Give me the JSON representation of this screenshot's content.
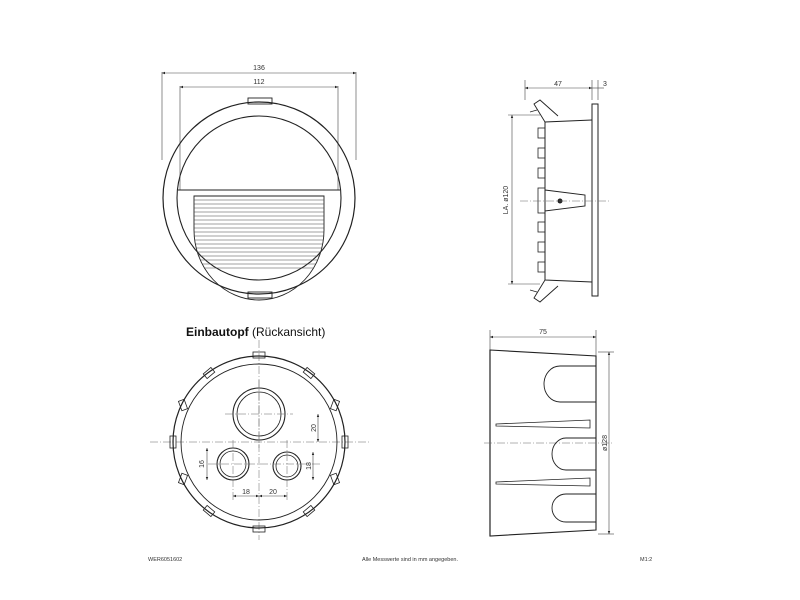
{
  "dimensions": {
    "front_outer_width": "136",
    "front_inner_width": "112",
    "side_depth": "47",
    "side_flange": "3",
    "side_height": "LA. ø120",
    "box_depth": "75",
    "box_diameter": "ø128",
    "hole_v_offset": "20",
    "hole_small_left": "16",
    "hole_small_right": "18",
    "hole_spacing_left": "18",
    "hole_spacing_right": "20"
  },
  "section_title": {
    "bold": "Einbautopf",
    "normal": " (Rückansicht)"
  },
  "footer": {
    "article_number": "WER6051602",
    "note": "Alle Messwerte sind in mm angegeben.",
    "scale": "M1:2"
  }
}
